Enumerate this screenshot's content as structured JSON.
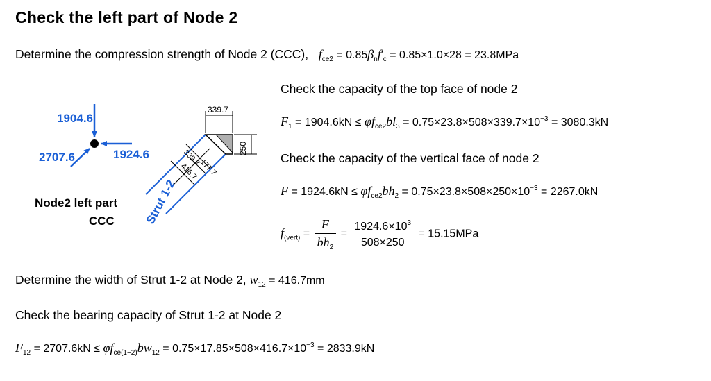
{
  "title": "Check the left part of Node 2",
  "compression_line": {
    "text": "Determine the compression strength of Node 2 (CCC),",
    "eq_rhs": "= 0.85×1.0×28 = 23.8MPa"
  },
  "diagram": {
    "force_vertical": "1904.6",
    "force_horizontal": "1924.6",
    "force_strut": "2707.6",
    "node_label_1": "Node2 left part",
    "node_label_2": "CCC",
    "strut_label": "Strut 1-2",
    "dim_top": "339.7",
    "dim_side": "250",
    "dim_diag_1": "339.7",
    "dim_diag_2": "177.7",
    "dim_diag_3": "416.7",
    "force_color": "#1a5fd6"
  },
  "top_face": {
    "heading": "Check the capacity of the top face of node 2",
    "eq_mid": "= 1904.6kN ≤",
    "eq_rhs": "= 0.75×23.8×508×339.7×10",
    "eq_exp": "−3",
    "eq_end": "= 3080.3kN"
  },
  "vert_face": {
    "heading": "Check the capacity of the vertical face of node 2",
    "eq_mid": "= 1924.6kN ≤",
    "eq_rhs": "= 0.75×23.8×508×250×10",
    "eq_exp": "−3",
    "eq_end": "= 2267.0kN"
  },
  "stress": {
    "sub": "(vert)",
    "num1": "F",
    "den1a": "bh",
    "den1b": "2",
    "num2a": "1924.6×10",
    "num2b": "3",
    "den2": "508×250",
    "result": "= 15.15MPa"
  },
  "width_line": {
    "text": "Determine the width of Strut 1-2 at Node 2,",
    "eq_rhs": "= 416.7mm"
  },
  "bearing": {
    "heading": "Check the bearing capacity of Strut 1-2 at Node 2",
    "eq_mid": "= 2707.6kN ≤",
    "eq_rhs": "= 0.75×17.85×508×416.7×10",
    "eq_exp": "−3",
    "eq_end": "= 2833.9kN"
  }
}
